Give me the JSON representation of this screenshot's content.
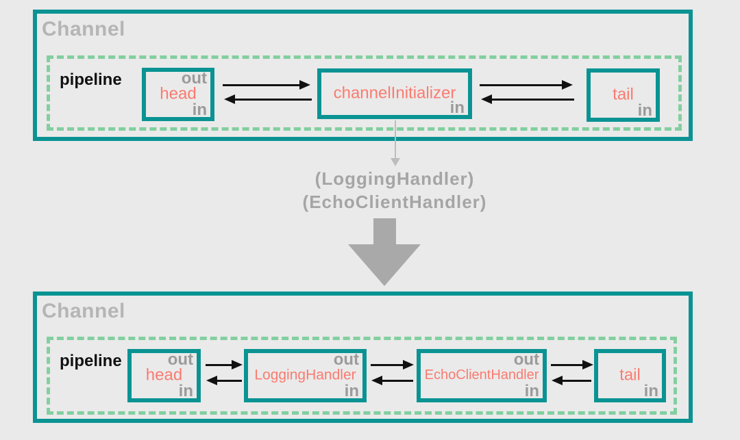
{
  "colors": {
    "teal": "#0b9393",
    "salmon": "#fa7b70",
    "green": "#83cfa0",
    "gray_text": "#9b9b9b",
    "gray_light": "#b5b5b5",
    "gray_mid": "#a5a5a5",
    "gray_arrow_big": "#a9a9a9",
    "gray_arrow_thin": "#bdbdbd",
    "background": "#eaeaea"
  },
  "top_channel": {
    "title": "Channel",
    "pipeline_label": "pipeline",
    "nodes": [
      {
        "name": "head",
        "out_label": "out",
        "in_label": "in"
      },
      {
        "name": "channelInitializer",
        "in_label": "in"
      },
      {
        "name": "tail",
        "in_label": "in"
      }
    ]
  },
  "transform": {
    "lines": [
      "(LoggingHandler)",
      "(EchoClientHandler)"
    ]
  },
  "bottom_channel": {
    "title": "Channel",
    "pipeline_label": "pipeline",
    "nodes": [
      {
        "name": "head",
        "out_label": "out",
        "in_label": "in"
      },
      {
        "name": "LoggingHandler",
        "out_label": "out",
        "in_label": "in"
      },
      {
        "name": "EchoClientHandler",
        "out_label": "out",
        "in_label": "in"
      },
      {
        "name": "tail",
        "in_label": "in"
      }
    ]
  }
}
